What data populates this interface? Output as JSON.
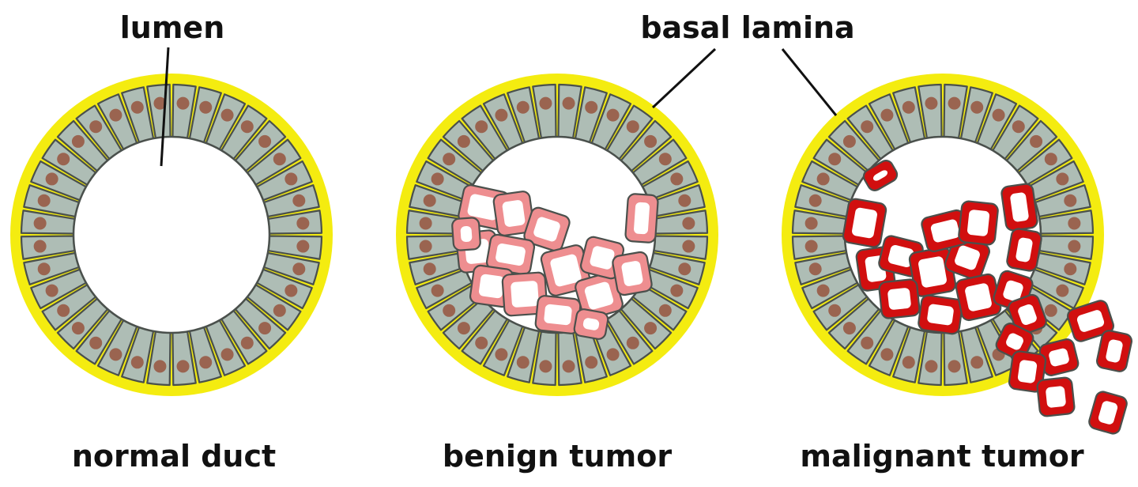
{
  "labels": {
    "lumen": "lumen",
    "basal_lamina": "basal lamina",
    "normal_duct": "normal duct",
    "benign_tumor": "benign tumor",
    "malignant_tumor": "malignant tumor"
  },
  "colors": {
    "background": "#ffffff",
    "basal_lamina": "#f4ec10",
    "epithelial_cell": "#aebdb5",
    "cell_outline": "#4a504c",
    "nucleus": "#9a6450",
    "benign_cell": "#ee8e90",
    "malignant_cell": "#d10f0f",
    "leader_line": "#111111"
  }
}
